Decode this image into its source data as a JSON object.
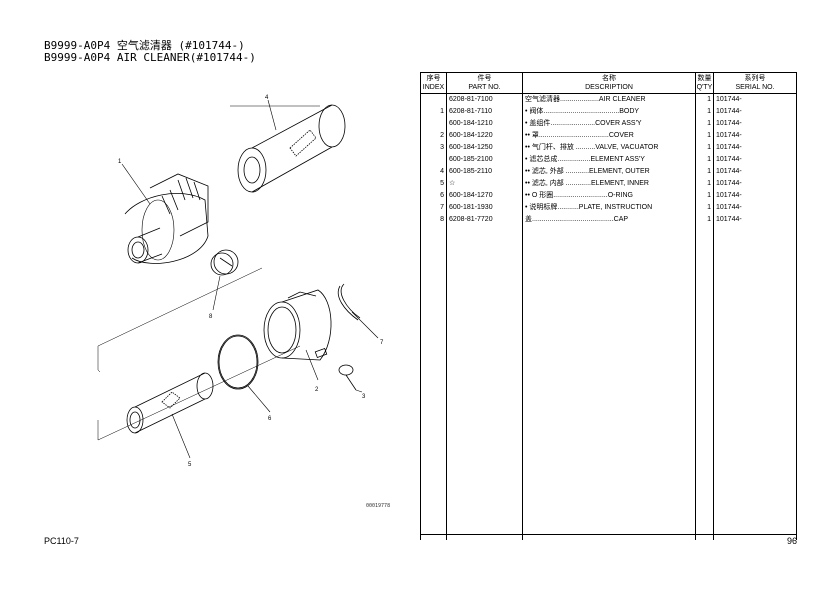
{
  "title_line1": "B9999-A0P4 空气滤清器 (#101744-)",
  "title_line2": "B9999-A0P4 AIR CLEANER(#101744-)",
  "figure_code": "00019778",
  "footer_model": "PC110-7",
  "page_number": "96",
  "callouts": [
    "1",
    "4",
    "8",
    "7",
    "2",
    "3",
    "6",
    "5"
  ],
  "headers": {
    "index_cn": "序号",
    "index_en": "INDEX",
    "part_cn": "件号",
    "part_en": "PART NO.",
    "desc_cn": "名称",
    "desc_en": "DESCRIPTION",
    "qty_cn": "数量",
    "qty_en": "Q'TY",
    "serial_cn": "系列号",
    "serial_en": "SERIAL NO."
  },
  "rows": [
    {
      "index": "",
      "part": "6208-81-7100",
      "desc": "空气滤清器....................AIR CLEANER",
      "qty": "1",
      "serial": "101744-"
    },
    {
      "index": "1",
      "part": "6208-81-7110",
      "desc": "• 阀体.......................................BODY",
      "qty": "1",
      "serial": "101744-"
    },
    {
      "index": "",
      "part": "600-184-1210",
      "desc": "• 盖组件.......................COVER ASS'Y",
      "qty": "1",
      "serial": "101744-"
    },
    {
      "index": "2",
      "part": "600-184-1220",
      "desc": "•• 罩....................................COVER",
      "qty": "1",
      "serial": "101744-"
    },
    {
      "index": "3",
      "part": "600-184-1250",
      "desc": "•• 气门杆、排放 ..........VALVE, VACUATOR",
      "qty": "1",
      "serial": "101744-"
    },
    {
      "index": "",
      "part": "600-185-2100",
      "desc": "• 滤芯总成.................ELEMENT ASS'Y",
      "qty": "1",
      "serial": "101744-"
    },
    {
      "index": "4",
      "part": "600-185-2110",
      "desc": "•• 滤芯, 外部 ............ELEMENT, OUTER",
      "qty": "1",
      "serial": "101744-"
    },
    {
      "index": "5",
      "part": "☆",
      "desc": "•• 滤芯, 内部 .............ELEMENT, INNER",
      "qty": "1",
      "serial": "101744-"
    },
    {
      "index": "6",
      "part": "600-184-1270",
      "desc": "•• O 形圈............................O-RING",
      "qty": "1",
      "serial": "101744-"
    },
    {
      "index": "7",
      "part": "600-181-1930",
      "desc": "• 说明标牌...........PLATE, INSTRUCTION",
      "qty": "1",
      "serial": "101744-"
    },
    {
      "index": "8",
      "part": "6208-81-7720",
      "desc": "盖..........................................CAP",
      "qty": "1",
      "serial": "101744-"
    }
  ]
}
